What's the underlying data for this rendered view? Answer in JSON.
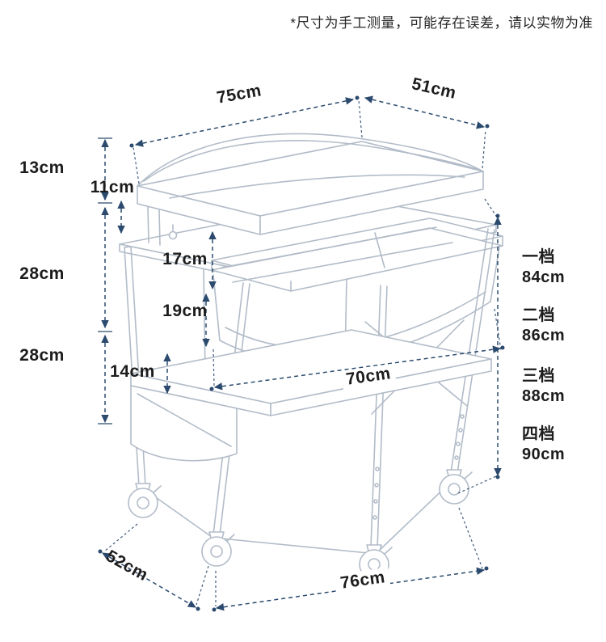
{
  "disclaimer": "*尺寸为手工测量，可能存在误差，请以实物为准",
  "colors": {
    "dimension_line": "#2b4a6e",
    "label_text": "#1c1c1c",
    "sketch_line": "#b2bcc8"
  },
  "dimensions": {
    "top_width": "75cm",
    "top_depth": "51cm",
    "pad_height": "13cm",
    "pad_to_rail_gap": "11cm",
    "upper_section_height": "28cm",
    "basket_upper_depth": "17cm",
    "basket_lower_depth": "19cm",
    "lower_section_height": "28cm",
    "shelf_front_height": "14cm",
    "basket_width": "70cm",
    "base_depth": "52cm",
    "base_width": "76cm"
  },
  "height_levels": {
    "items": [
      {
        "label": "一档",
        "value": "84cm"
      },
      {
        "label": "二档",
        "value": "86cm"
      },
      {
        "label": "三档",
        "value": "88cm"
      },
      {
        "label": "四档",
        "value": "90cm"
      }
    ]
  }
}
